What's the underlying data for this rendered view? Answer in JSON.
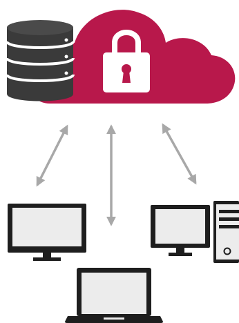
{
  "colors": {
    "cloud": "#b8184b",
    "database_dark": "#3a3a3a",
    "database_stripe": "#ffffff",
    "lock": "#ffffff",
    "arrow": "#a8a8a8",
    "device_outline": "#1e1e1e",
    "device_screen": "#ececec",
    "background": "#ffffff"
  },
  "icons": {
    "cloud": "cloud-icon",
    "lock": "padlock-icon",
    "database": "database-icon",
    "devices": [
      "monitor-icon",
      "laptop-icon",
      "desktop-pc-icon"
    ],
    "connector": "double-arrow-icon"
  },
  "connections": [
    {
      "from": "secure-cloud-database",
      "to": "monitor",
      "direction": "bidirectional"
    },
    {
      "from": "secure-cloud-database",
      "to": "laptop",
      "direction": "bidirectional"
    },
    {
      "from": "secure-cloud-database",
      "to": "desktop-pc",
      "direction": "bidirectional"
    }
  ]
}
